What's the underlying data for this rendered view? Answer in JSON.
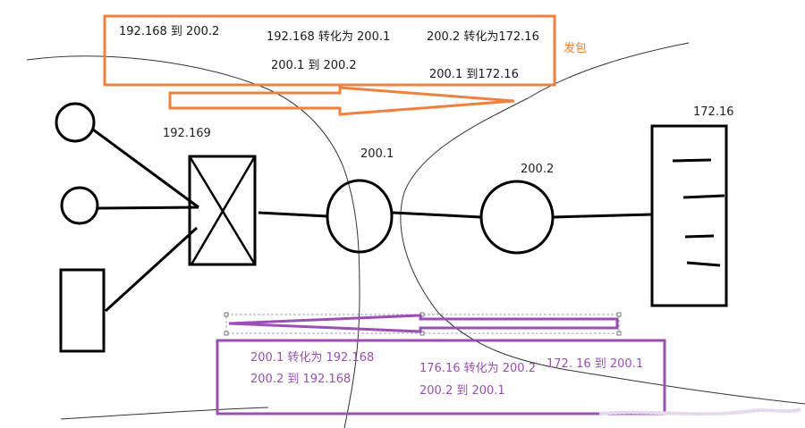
{
  "colors": {
    "orange": "#f0803c",
    "purple": "#9b4fb5",
    "ink": "#000000"
  },
  "outbound_box": {
    "items": [
      "192.168 到 200.2",
      "192.168 转化为 200.1",
      "200.2 转化为172.16",
      "200.1 到 200.2",
      "200.1 到172.16"
    ],
    "side_label": "发包"
  },
  "nodes": {
    "switch_label": "192.169",
    "router_left_label": "200.1",
    "router_right_label": "200.2",
    "server_label": "172.16"
  },
  "inbound_box": {
    "items": [
      "200.1 转化为 192.168",
      "200.2 到 192.168",
      "176.16 转化为 200.2",
      "200.2 到 200.1",
      "172. 16 到 200.1"
    ]
  }
}
